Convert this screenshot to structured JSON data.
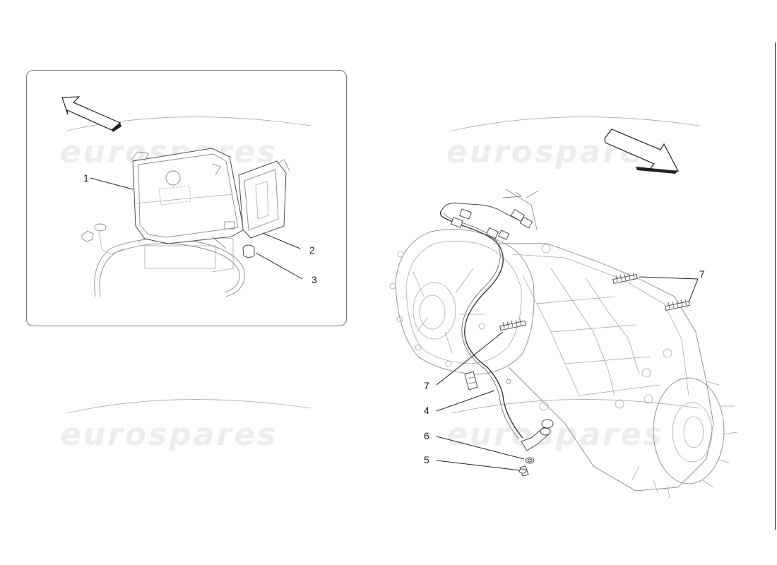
{
  "watermark": {
    "text": "eurospares",
    "color": "#ededed"
  },
  "inset": {
    "callouts": [
      {
        "label": "1"
      },
      {
        "label": "2"
      },
      {
        "label": "3"
      }
    ]
  },
  "main": {
    "callouts": [
      {
        "label": "7"
      },
      {
        "label": "7"
      },
      {
        "label": "4"
      },
      {
        "label": "6"
      },
      {
        "label": "5"
      }
    ]
  }
}
